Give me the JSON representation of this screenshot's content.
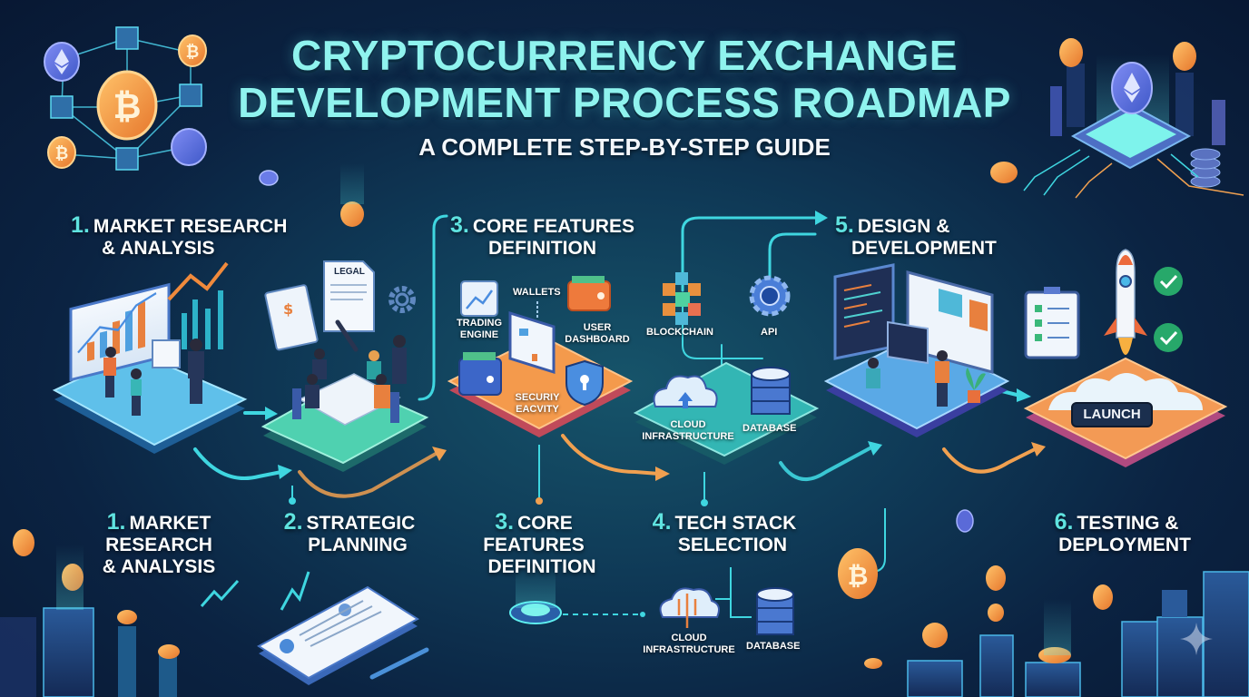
{
  "header": {
    "title_line1": "CRYPTOCURRENCY EXCHANGE",
    "title_line2": "DEVELOPMENT PROCESS ROADMAP",
    "subtitle": "A COMPLETE STEP-BY-STEP GUIDE"
  },
  "colors": {
    "title": "#8ff3ee",
    "step_number": "#5fe3e0",
    "platform_research": "#56b7e0",
    "platform_planning": "#4fd1b0",
    "platform_features": "#f49a4c",
    "platform_techstack": "#33b6b4",
    "platform_design": "#5aa9e6",
    "platform_launch": "#f39a55",
    "arrow_cyan": "#3fd6e0",
    "arrow_orange": "#f0a050"
  },
  "upper_steps": [
    {
      "number": "1.",
      "lines": [
        "MARKET RESEARCH",
        "& ANALYSIS"
      ]
    },
    {
      "number": "3.",
      "lines": [
        "CORE FEATURES",
        "DEFINITION"
      ]
    },
    {
      "number": "5.",
      "lines": [
        "DESIGN &",
        "DEVELOPMENT"
      ]
    }
  ],
  "lower_steps": [
    {
      "number": "1.",
      "lines": [
        "MARKET",
        "RESEARCH",
        "& ANALYSIS"
      ]
    },
    {
      "number": "2.",
      "lines": [
        "STRATEGIC",
        "PLANNING"
      ]
    },
    {
      "number": "3.",
      "lines": [
        "CORE FEATURES",
        "DEFINITION"
      ]
    },
    {
      "number": "4.",
      "lines": [
        "TECH STACK",
        "SELECTION"
      ]
    },
    {
      "number": "6.",
      "lines": [
        "TESTING &",
        "DEPLOYMENT"
      ]
    }
  ],
  "planning": {
    "document_label": "LEGAL"
  },
  "features": {
    "trading_engine": [
      "TRADING",
      "ENGINE"
    ],
    "wallets": "WALLETS",
    "user_dashboard": [
      "USER",
      "DASHBOARD"
    ],
    "security": [
      "SECURIY",
      "EACVITY"
    ]
  },
  "techstack": {
    "blockchain": "BLOCKCHAIN",
    "api": "API",
    "cloud": [
      "CLOUD",
      "INFRASTRUCTURE"
    ],
    "database": "DATABASE"
  },
  "lower_techstack": {
    "cloud": [
      "CLOUD",
      "INFRASTRUCTURE"
    ],
    "database": "DATABASE"
  },
  "launch": {
    "button_label": "LAUNCH"
  }
}
